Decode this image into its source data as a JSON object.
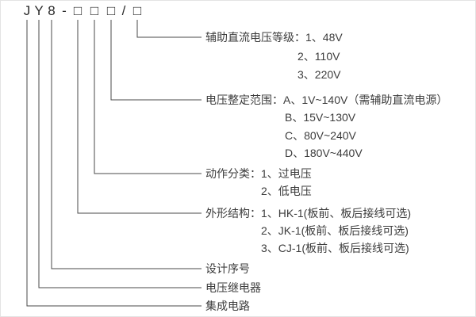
{
  "model": {
    "chars": [
      "J",
      "Y",
      "8",
      "-",
      "□",
      "□",
      "□",
      "/",
      "□"
    ]
  },
  "groups": {
    "aux": {
      "main": "辅助直流电压等级：1、48V",
      "item2": "2、110V",
      "item3": "3、220V"
    },
    "range": {
      "main": "电压整定范围：A、1V~140V（需辅助直流电源）",
      "itemB": "B、15V~130V",
      "itemC": "C、80V~240V",
      "itemD": "D、180V~440V"
    },
    "action": {
      "main": "动作分类：1、过电压",
      "item2": "2、低电压"
    },
    "shape": {
      "main": "外形结构：1、HK-1(板前、板后接线可选)",
      "item2": "2、JK-1(板前、板后接线可选)",
      "item3": "3、CJ-1(板前、板后接线可选)"
    },
    "serial": {
      "main": "设计序号"
    },
    "relay": {
      "main": "电压继电器"
    },
    "ic": {
      "main": "集成电路"
    }
  }
}
